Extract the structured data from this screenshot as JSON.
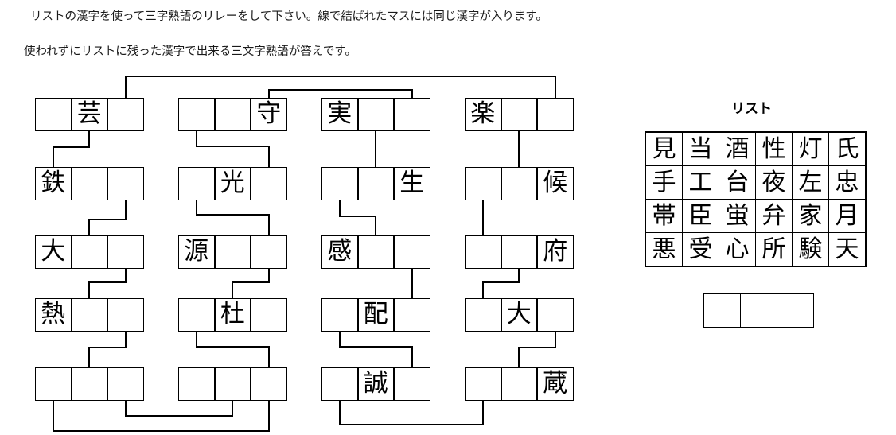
{
  "instructions": {
    "line1": "リストの漢字を使って三字熟語のリレーをして下さい。線で結ばれたマスには同じ漢字が入ります。",
    "line2": "使われずにリストに残った漢字で出来る三文字熟語が答えです。"
  },
  "puzzle": {
    "columns": [
      {
        "name": "column-1",
        "rows": [
          [
            "",
            "芸",
            ""
          ],
          [
            "鉄",
            "",
            ""
          ],
          [
            "大",
            "",
            ""
          ],
          [
            "熱",
            "",
            ""
          ],
          [
            "",
            "",
            ""
          ]
        ]
      },
      {
        "name": "column-2",
        "rows": [
          [
            "",
            "",
            "守"
          ],
          [
            "",
            "光",
            ""
          ],
          [
            "源",
            "",
            ""
          ],
          [
            "",
            "杜",
            ""
          ],
          [
            "",
            "",
            ""
          ]
        ]
      },
      {
        "name": "column-3",
        "rows": [
          [
            "実",
            "",
            ""
          ],
          [
            "",
            "",
            "生"
          ],
          [
            "感",
            "",
            ""
          ],
          [
            "",
            "配",
            ""
          ],
          [
            "",
            "誠",
            ""
          ]
        ]
      },
      {
        "name": "column-4",
        "rows": [
          [
            "楽",
            "",
            ""
          ],
          [
            "",
            "",
            "候"
          ],
          [
            "",
            "",
            "府"
          ],
          [
            "",
            "大",
            ""
          ],
          [
            "",
            "",
            "蔵"
          ]
        ]
      }
    ]
  },
  "list": {
    "title": "リスト",
    "rows": [
      [
        "見",
        "当",
        "酒",
        "性",
        "灯",
        "氏"
      ],
      [
        "手",
        "工",
        "台",
        "夜",
        "左",
        "忠"
      ],
      [
        "帯",
        "臣",
        "蛍",
        "弁",
        "家",
        "月"
      ],
      [
        "悪",
        "受",
        "心",
        "所",
        "験",
        "天"
      ]
    ]
  },
  "answer": {
    "cells": [
      "",
      "",
      ""
    ]
  },
  "colors": {
    "ink": "#000000",
    "paper": "#ffffff",
    "text": "#1a1a1a"
  }
}
